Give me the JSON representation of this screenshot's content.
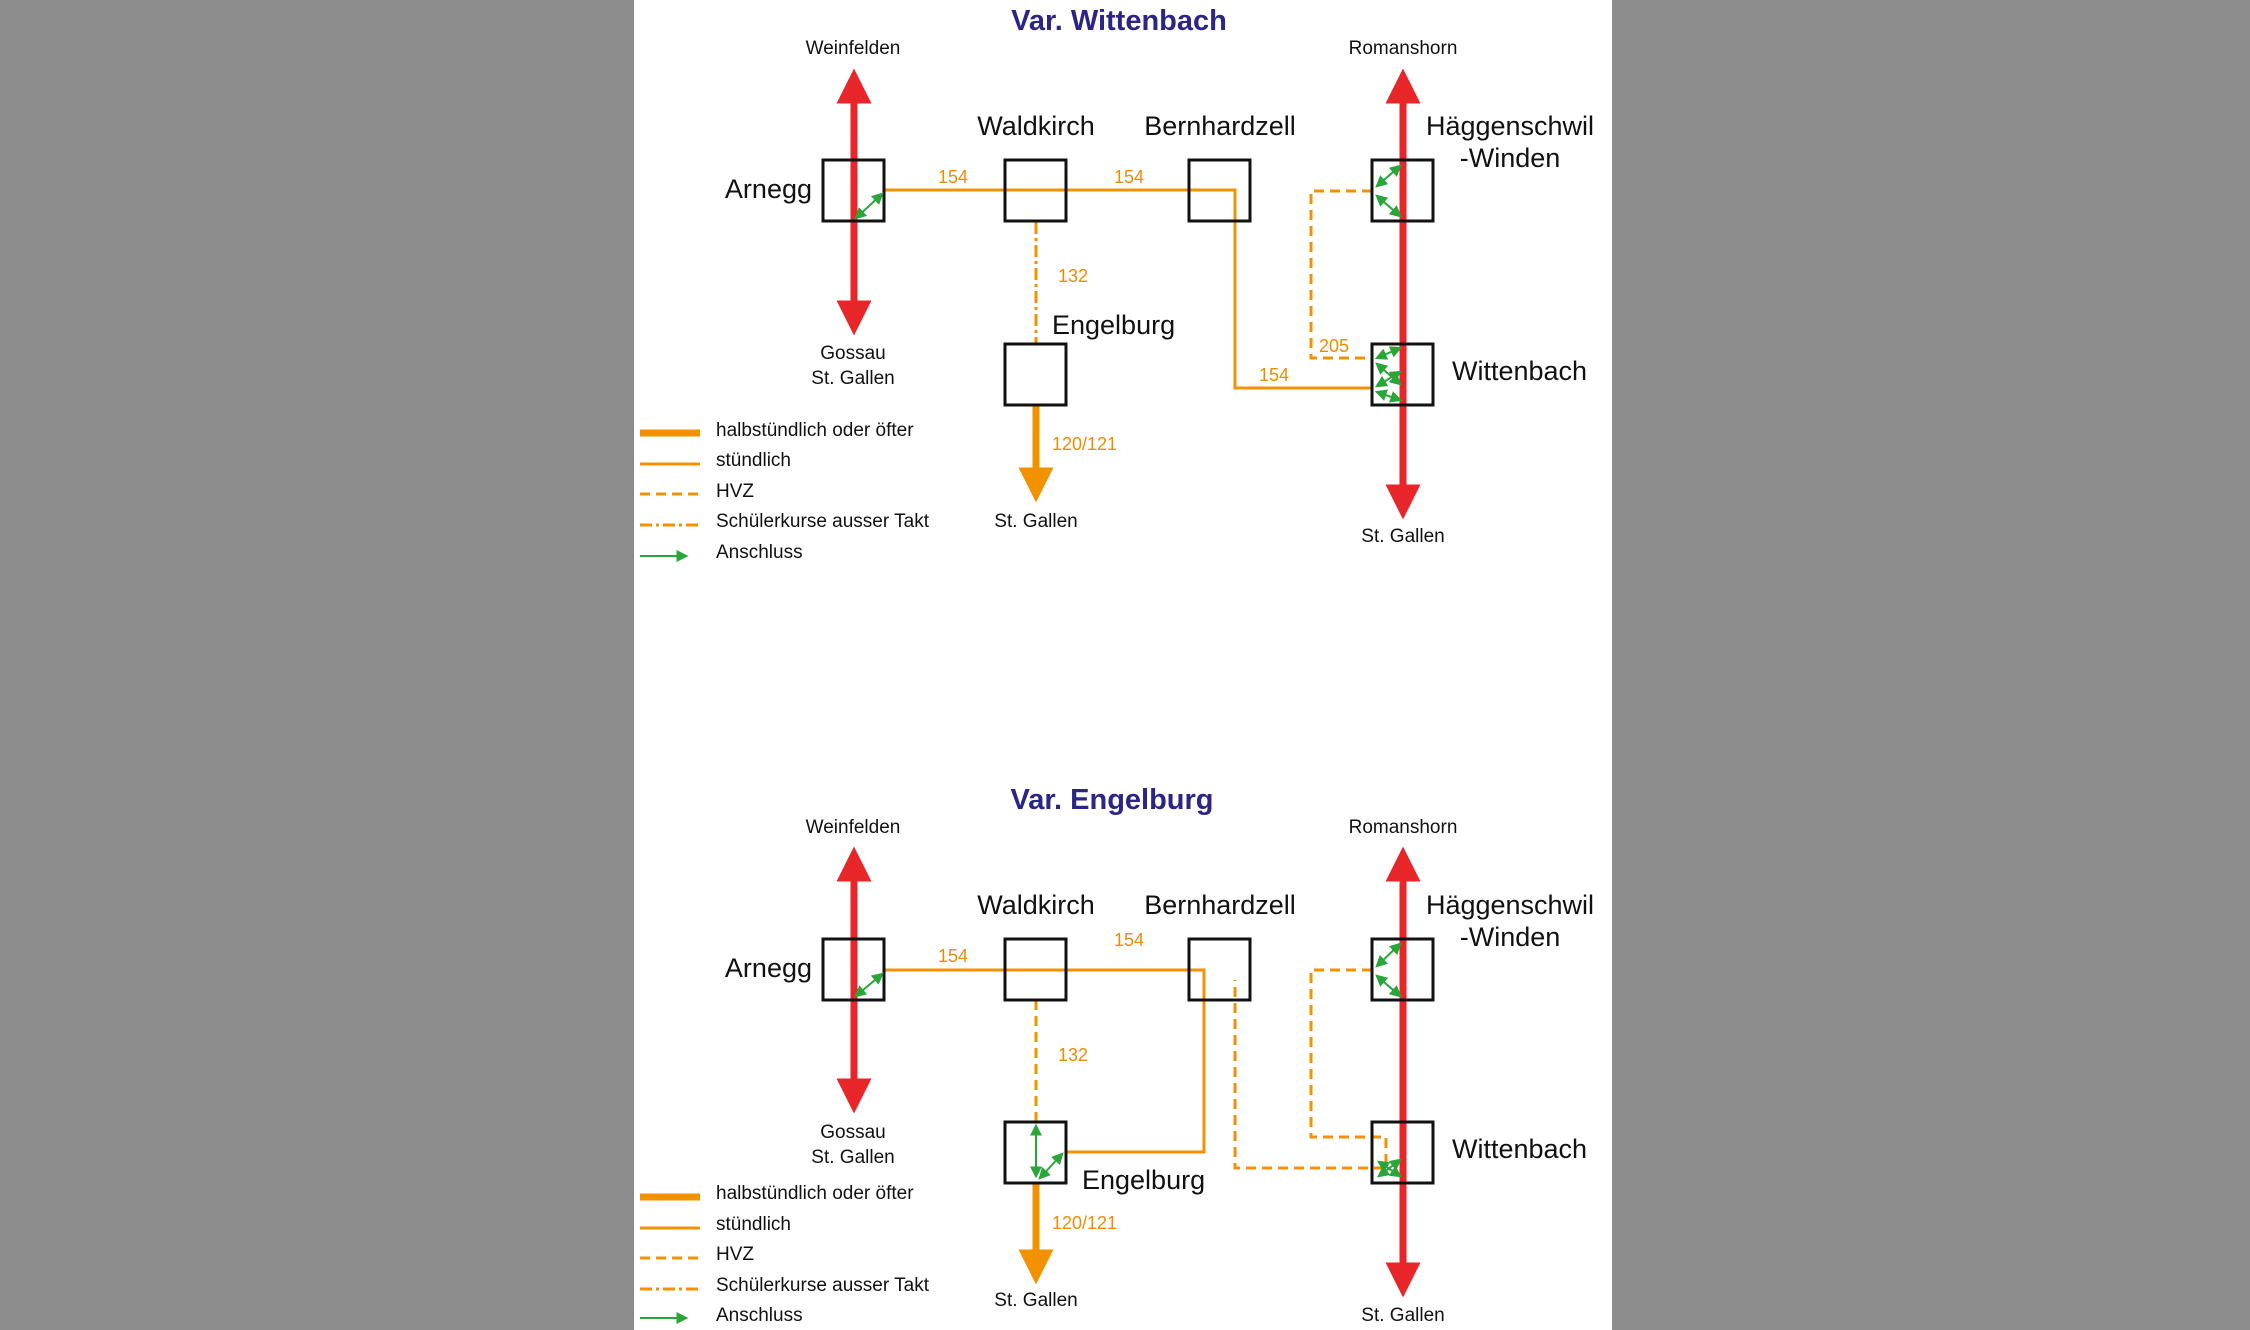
{
  "variant_a": {
    "title": "Var. Wittenbach",
    "top_left_dest": "Weinfelden",
    "top_right_dest": "Romanshorn",
    "bottom_left_dest_1": "Gossau",
    "bottom_left_dest_2": "St. Gallen",
    "bottom_mid_dest": "St. Gallen",
    "bottom_right_dest": "St. Gallen",
    "stations": {
      "arnegg": "Arnegg",
      "waldkirch": "Waldkirch",
      "bernhardzell": "Bernhardzell",
      "haeggenschwil_1": "Häggenschwil",
      "haeggenschwil_2": "-Winden",
      "engelburg": "Engelburg",
      "wittenbach": "Wittenbach"
    },
    "lines": {
      "l154_a": "154",
      "l154_b": "154",
      "l154_c": "154",
      "l132": "132",
      "l205": "205",
      "l120": "120/121"
    }
  },
  "variant_b": {
    "title": "Var. Engelburg",
    "top_left_dest": "Weinfelden",
    "top_right_dest": "Romanshorn",
    "bottom_left_dest_1": "Gossau",
    "bottom_left_dest_2": "St. Gallen",
    "bottom_mid_dest": "St. Gallen",
    "bottom_right_dest": "St. Gallen",
    "stations": {
      "arnegg": "Arnegg",
      "waldkirch": "Waldkirch",
      "bernhardzell": "Bernhardzell",
      "haeggenschwil_1": "Häggenschwil",
      "haeggenschwil_2": "-Winden",
      "engelburg": "Engelburg",
      "wittenbach": "Wittenbach"
    },
    "lines": {
      "l154_a": "154",
      "l154_b": "154",
      "l132": "132",
      "l120": "120/121"
    }
  },
  "legend": {
    "half_hourly": "halbstündlich oder öfter",
    "hourly": "stündlich",
    "hvz": "HVZ",
    "school": "Schülerkurse ausser Takt",
    "connection": "Anschluss"
  },
  "colors": {
    "rail": "#e8262a",
    "bus": "#f39200",
    "connection": "#29a63a",
    "title": "#2b2585"
  }
}
